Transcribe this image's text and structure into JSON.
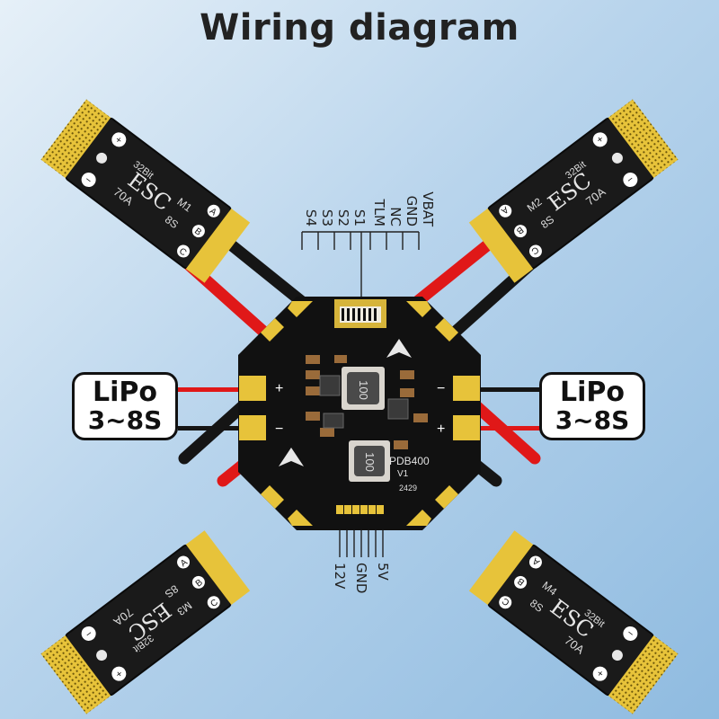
{
  "title": "Wiring diagram",
  "board": {
    "model": "PDB400",
    "version": "V1",
    "code": "2429",
    "inductor_mark": "100",
    "plus": "+",
    "minus": "−"
  },
  "esc": {
    "brand": "ESC",
    "model": "32Bit",
    "current": "70A",
    "cells": "8S",
    "motor_labels": [
      "M1",
      "M2",
      "M3",
      "M4"
    ],
    "pads": [
      "A",
      "B",
      "C"
    ],
    "plus": "+",
    "minus": "−"
  },
  "lipo": {
    "label": "LiPo",
    "cells": "3~8S"
  },
  "top_connector": {
    "signals": [
      "VBAT",
      "GND",
      "NC",
      "TLM",
      "S1",
      "S2",
      "S3",
      "S4"
    ]
  },
  "bottom_connector": {
    "signals": [
      "5V",
      "GND",
      "12V"
    ]
  },
  "colors": {
    "positive_wire": "#e01818",
    "negative_wire": "#151515",
    "pad_gold": "#e7c33a",
    "board": "#111111",
    "esc_body": "#1a1a1a"
  }
}
